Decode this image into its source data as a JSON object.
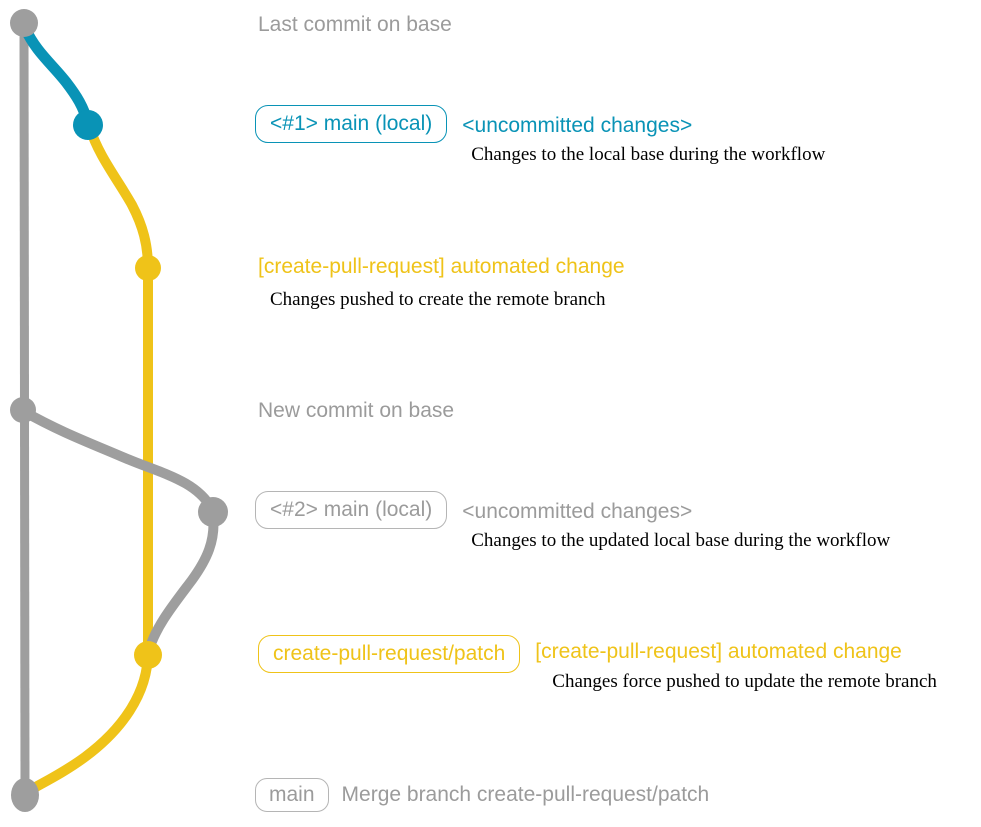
{
  "colors": {
    "gray": "#9e9e9e",
    "blue": "#0993b6",
    "yellow": "#efc319",
    "description_text": "#000000"
  },
  "graph": {
    "type": "git-commit-graph",
    "branches": [
      {
        "name": "base",
        "color_key": "gray"
      },
      {
        "name": "main-local",
        "color_key": "blue"
      },
      {
        "name": "create-pull-request-patch",
        "color_key": "yellow"
      }
    ],
    "nodes": [
      {
        "id": "last-commit-on-base",
        "color_key": "gray"
      },
      {
        "id": "local-main-commit-1",
        "color_key": "blue"
      },
      {
        "id": "automated-change-commit-1",
        "color_key": "yellow"
      },
      {
        "id": "new-commit-on-base",
        "color_key": "gray"
      },
      {
        "id": "local-main-commit-2",
        "color_key": "gray"
      },
      {
        "id": "automated-change-commit-2",
        "color_key": "yellow"
      },
      {
        "id": "merge-commit",
        "color_key": "gray"
      }
    ]
  },
  "annotations": {
    "row1": {
      "label": "Last commit on base"
    },
    "row2": {
      "badge": "<#1> main (local)",
      "title": "<uncommitted changes>",
      "desc": "Changes to the local base during the workflow"
    },
    "row3": {
      "title": "[create-pull-request] automated change",
      "desc": "Changes pushed to create the remote branch"
    },
    "row4": {
      "label": "New commit on base"
    },
    "row5": {
      "badge": "<#2> main (local)",
      "title": "<uncommitted changes>",
      "desc": "Changes to the updated local base during the workflow"
    },
    "row6": {
      "badge": "create-pull-request/patch",
      "title": "[create-pull-request] automated change",
      "desc": "Changes force pushed to update the remote branch"
    },
    "row7": {
      "badge": "main",
      "label": "Merge branch create-pull-request/patch"
    }
  }
}
